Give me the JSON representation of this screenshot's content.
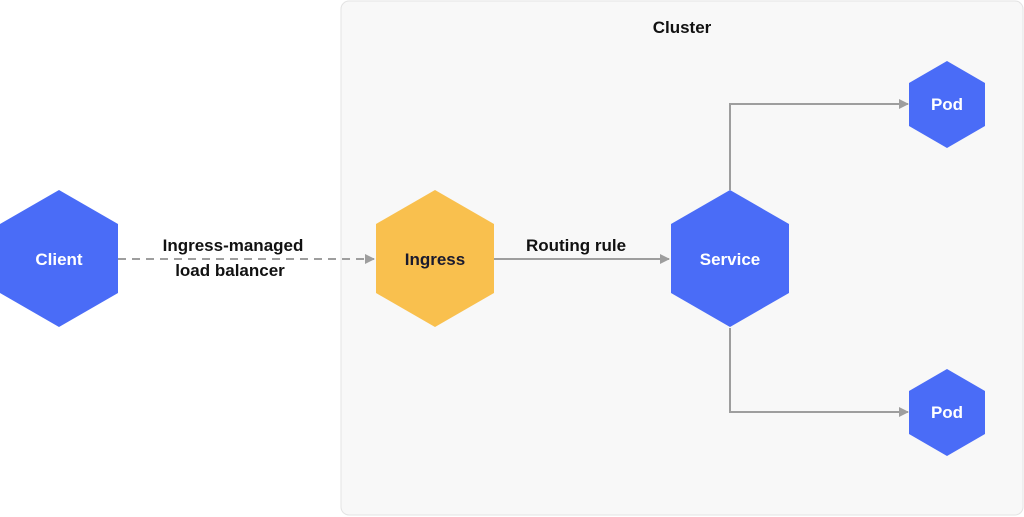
{
  "cluster": {
    "title": "Cluster"
  },
  "nodes": {
    "client": {
      "label": "Client",
      "color": "#4a6cf7"
    },
    "ingress": {
      "label": "Ingress",
      "color": "#f9c04e"
    },
    "service": {
      "label": "Service",
      "color": "#4a6cf7"
    },
    "pod_top": {
      "label": "Pod",
      "color": "#4a6cf7"
    },
    "pod_bottom": {
      "label": "Pod",
      "color": "#4a6cf7"
    }
  },
  "edges": {
    "client_to_ingress": {
      "label_line1": "Ingress-managed",
      "label_line2": "load balancer",
      "style": "dashed"
    },
    "ingress_to_service": {
      "label": "Routing rule",
      "style": "solid"
    }
  },
  "colors": {
    "cluster_fill": "#f8f8f8",
    "cluster_border": "#e3e3e3",
    "arrow": "#9e9e9e",
    "node_text_light": "#ffffff",
    "node_text_dark": "#1a1a2e",
    "label_text": "#111111"
  }
}
